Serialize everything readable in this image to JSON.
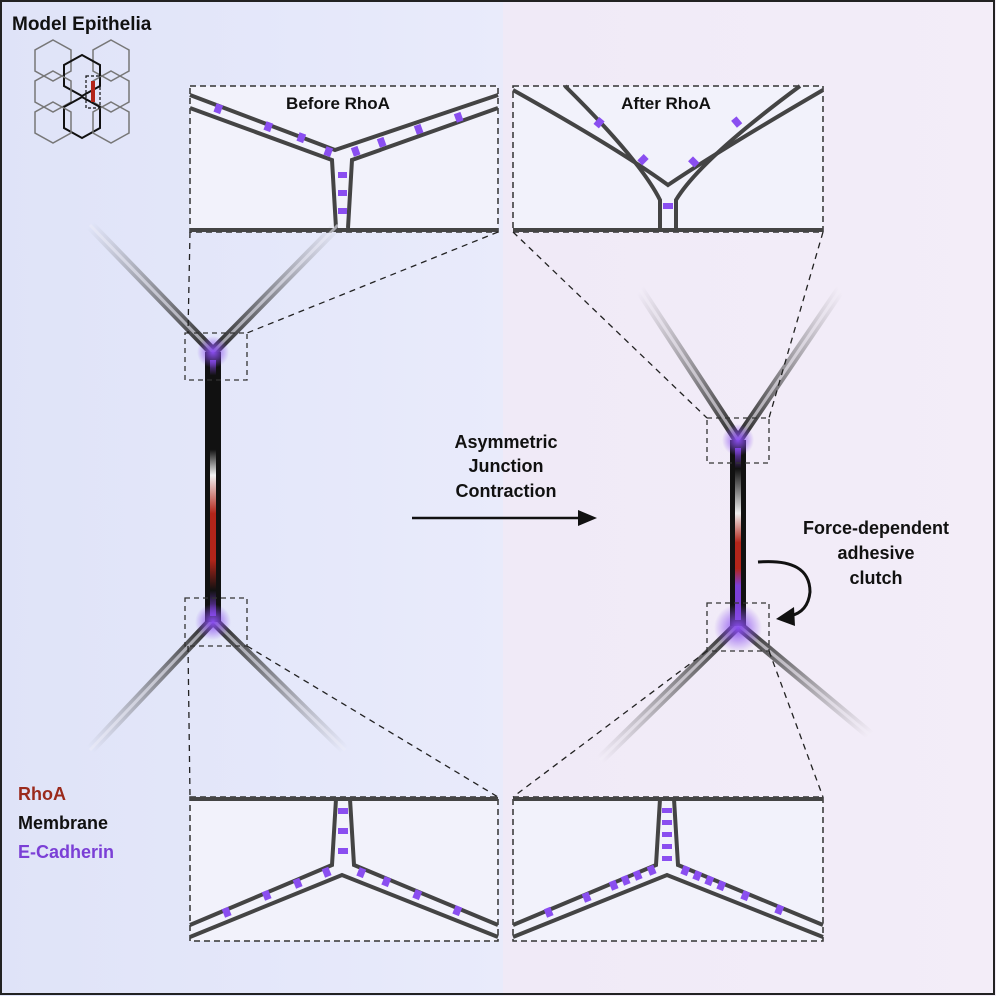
{
  "title": "Model Epithelia",
  "panels": {
    "top_left": "Before RhoA",
    "top_right": "After RhoA"
  },
  "arrow_label": [
    "Asymmetric",
    "Junction",
    "Contraction"
  ],
  "clutch_label": [
    "Force-dependent",
    "adhesive",
    "clutch"
  ],
  "legend": [
    {
      "text": "RhoA",
      "color": "#9b2a1c"
    },
    {
      "text": "Membrane",
      "color": "#111111"
    },
    {
      "text": "E-Cadherin",
      "color": "#7b3fd6"
    }
  ],
  "colors": {
    "left_bg": "#e6e9fb",
    "right_bg": "#f1ebf7",
    "membrane": "#444444",
    "rhoa": "#b3251a",
    "ecadherin": "#8a4ef0"
  }
}
